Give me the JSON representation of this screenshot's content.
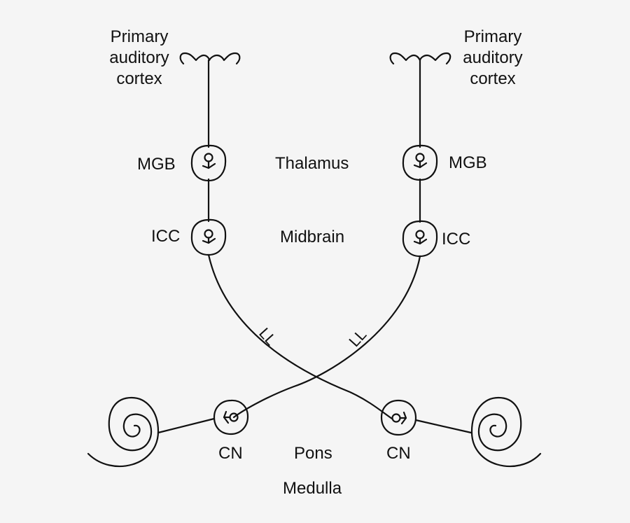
{
  "labels": {
    "cortex_left": "Primary\nauditory\ncortex",
    "cortex_right": "Primary\nauditory\ncortex",
    "mgb_left": "MGB",
    "mgb_right": "MGB",
    "thalamus": "Thalamus",
    "icc_left": "ICC",
    "icc_right": "ICC",
    "midbrain": "Midbrain",
    "ll_left": "LL",
    "ll_right": "LL",
    "cn_left": "CN",
    "cn_right": "CN",
    "pons": "Pons",
    "medulla": "Medulla"
  },
  "colors": {
    "stroke": "#111111",
    "background": "#f5f5f5"
  }
}
